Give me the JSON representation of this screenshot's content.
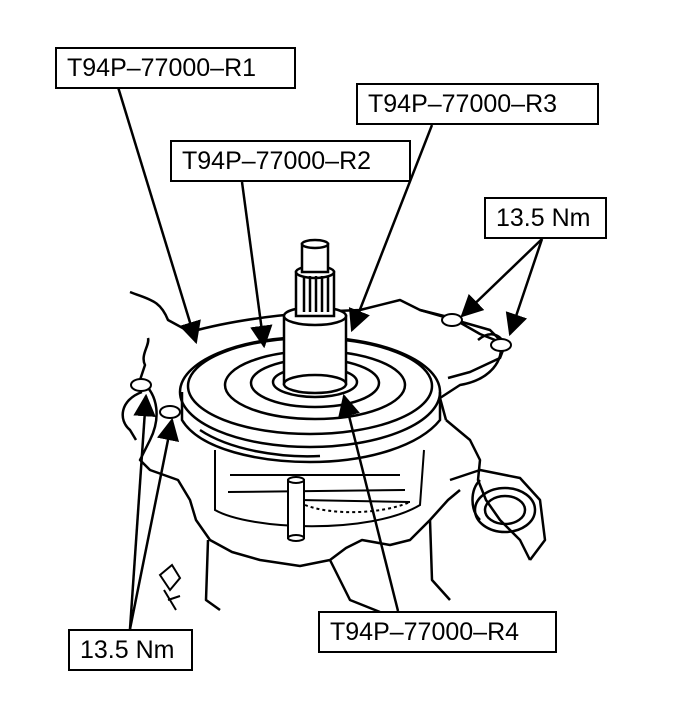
{
  "labels": {
    "r1": "T94P–77000–R1",
    "r2": "T94P–77000–R2",
    "r3": "T94P–77000–R3",
    "r4": "T94P–77000–R4",
    "torque_top": "13.5 Nm",
    "torque_bottom": "13.5 Nm"
  },
  "colors": {
    "ink": "#000000",
    "paper": "#ffffff"
  }
}
